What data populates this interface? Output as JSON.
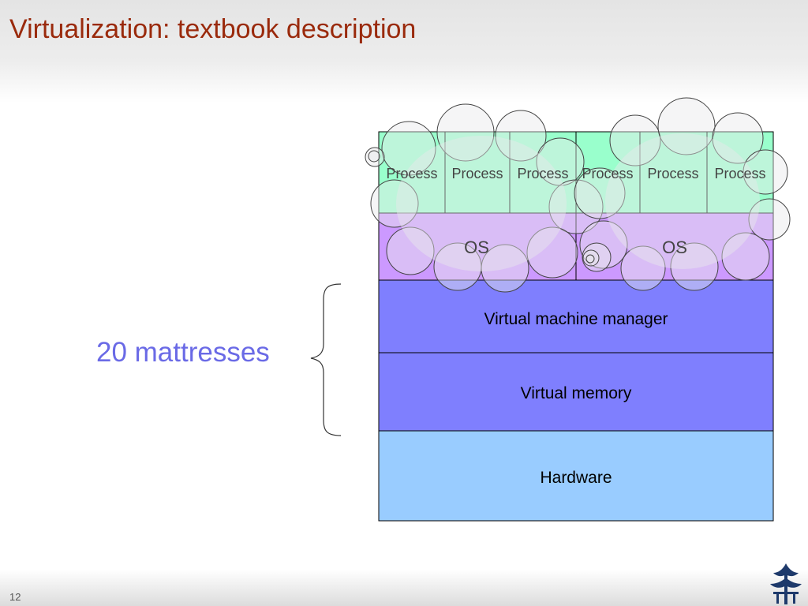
{
  "slide": {
    "title": "Virtualization: textbook description",
    "number": "12"
  },
  "annotation": {
    "label": "20 mattresses"
  },
  "diagram": {
    "processes": [
      "Process",
      "Process",
      "Process",
      "Process",
      "Process",
      "Process"
    ],
    "os_left": "OS",
    "os_right": "OS",
    "vmm": "Virtual machine manager",
    "virtual_memory": "Virtual memory",
    "hardware": "Hardware"
  },
  "colors": {
    "title": "#9a2a0c",
    "annotation": "#6a6ae6",
    "process": "#b4f0d8",
    "os": "#d2b4f8",
    "vmm": "#7f7ffe",
    "virtual_memory": "#7f7ffe",
    "hardware": "#99ccff"
  }
}
